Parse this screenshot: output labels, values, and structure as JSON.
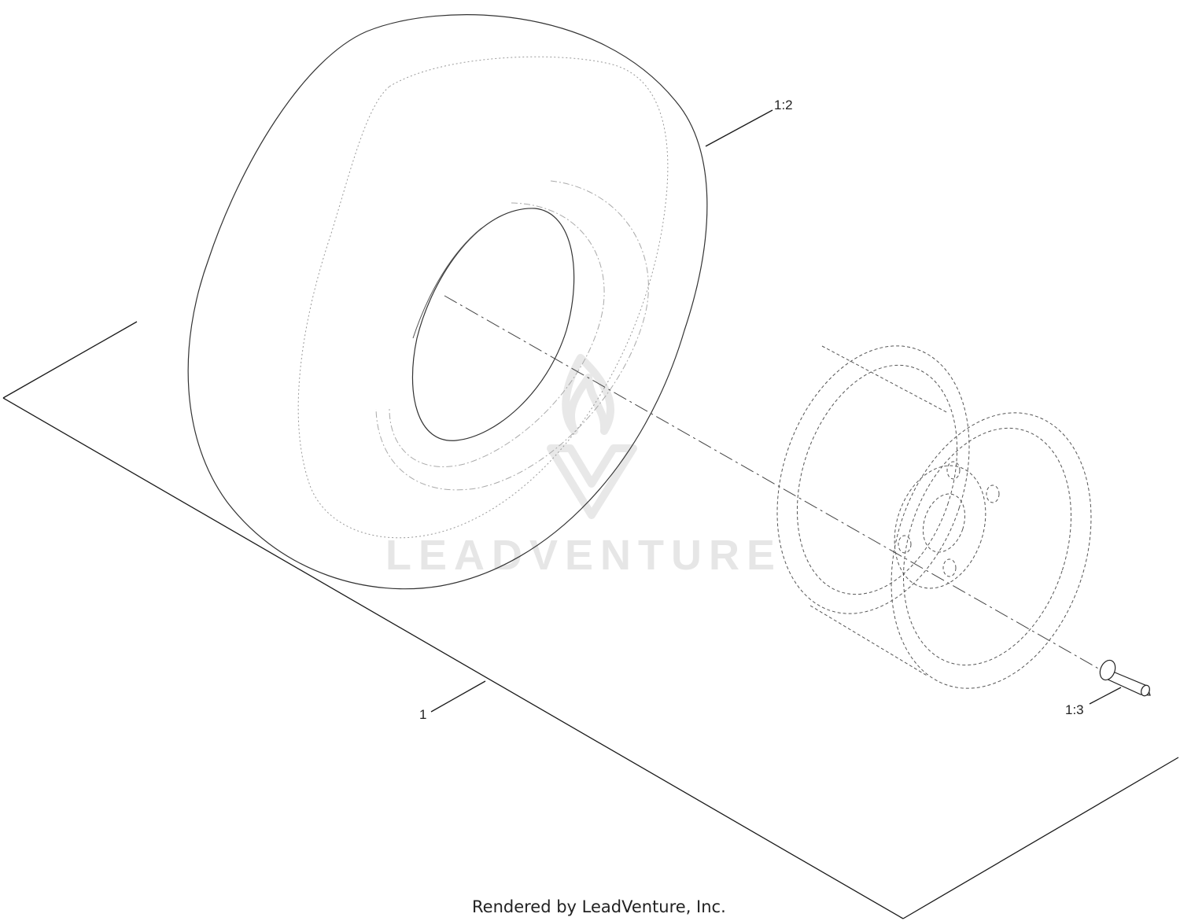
{
  "callouts": {
    "assembly": "1",
    "tire": "1:2",
    "valve_stem": "1:3"
  },
  "watermark": {
    "text": "LEADVENTURE"
  },
  "footer": {
    "text": "Rendered by LeadVenture, Inc."
  },
  "colors": {
    "line": "#1a1a1a",
    "watermark": "#e6e6e6"
  }
}
